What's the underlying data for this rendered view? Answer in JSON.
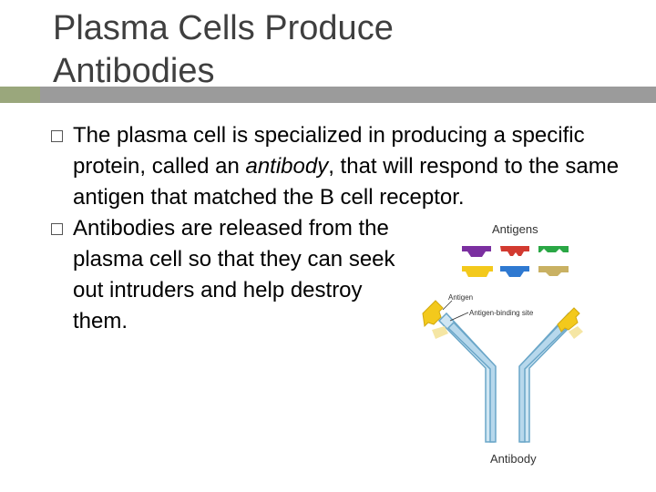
{
  "slide": {
    "title_line1": "Plasma Cells Produce",
    "title_line2": "Antibodies",
    "bullet1_pre": "The plasma cell is specialized in producing a specific protein, called an ",
    "bullet1_em": "antibody",
    "bullet1_post": ", that will respond to the same antigen that matched the B cell receptor.",
    "bullet2": "Antibodies are released from the plasma cell so that they can seek out intruders and help destroy them."
  },
  "figure": {
    "label_antigens": "Antigens",
    "label_antigen": "Antigen",
    "label_binding_site": "Antigen-binding site",
    "label_antibody": "Antibody",
    "antigen_colors": [
      "#7b2fa0",
      "#d23a30",
      "#2aa745",
      "#f3c91c",
      "#2f79d1",
      "#c9b163"
    ],
    "antibody_fill": "#cfe6f3",
    "antibody_stroke": "#6aa6c8",
    "bound_antigen_color": "#f3c91c"
  }
}
